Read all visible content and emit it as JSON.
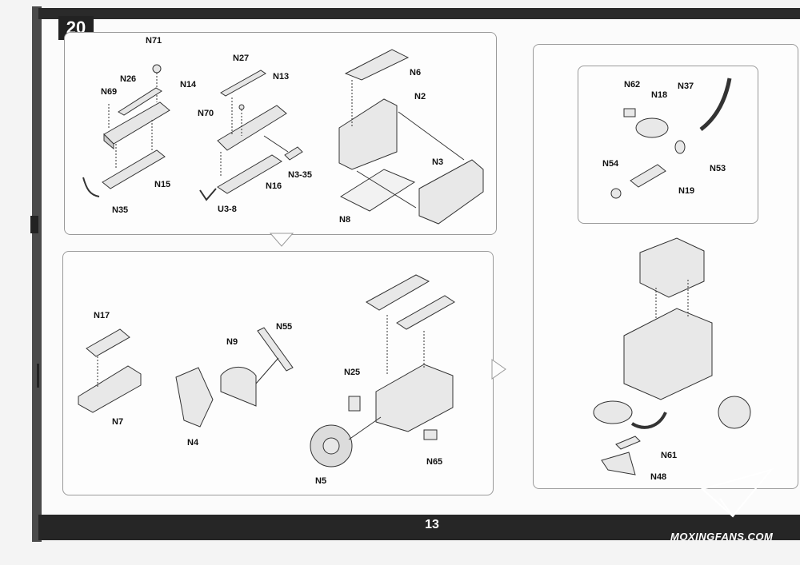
{
  "step": "20",
  "page_number": "13",
  "watermark": "MOXINGFANS.COM",
  "labels": {
    "n71": "N71",
    "n26": "N26",
    "n14": "N14",
    "n69": "N69",
    "n15": "N15",
    "n35": "N35",
    "n27": "N27",
    "n13": "N13",
    "n70": "N70",
    "n16": "N16",
    "n3_35": "N3-35",
    "u3_8": "U3-8",
    "n6": "N6",
    "n2": "N2",
    "n3": "N3",
    "n8": "N8",
    "n62": "N62",
    "n18": "N18",
    "n37": "N37",
    "n54": "N54",
    "n53": "N53",
    "n19": "N19",
    "n17": "N17",
    "n7": "N7",
    "n9": "N9",
    "n55": "N55",
    "n4": "N4",
    "n25": "N25",
    "n65": "N65",
    "n5": "N5",
    "n61": "N61",
    "n48": "N48"
  }
}
